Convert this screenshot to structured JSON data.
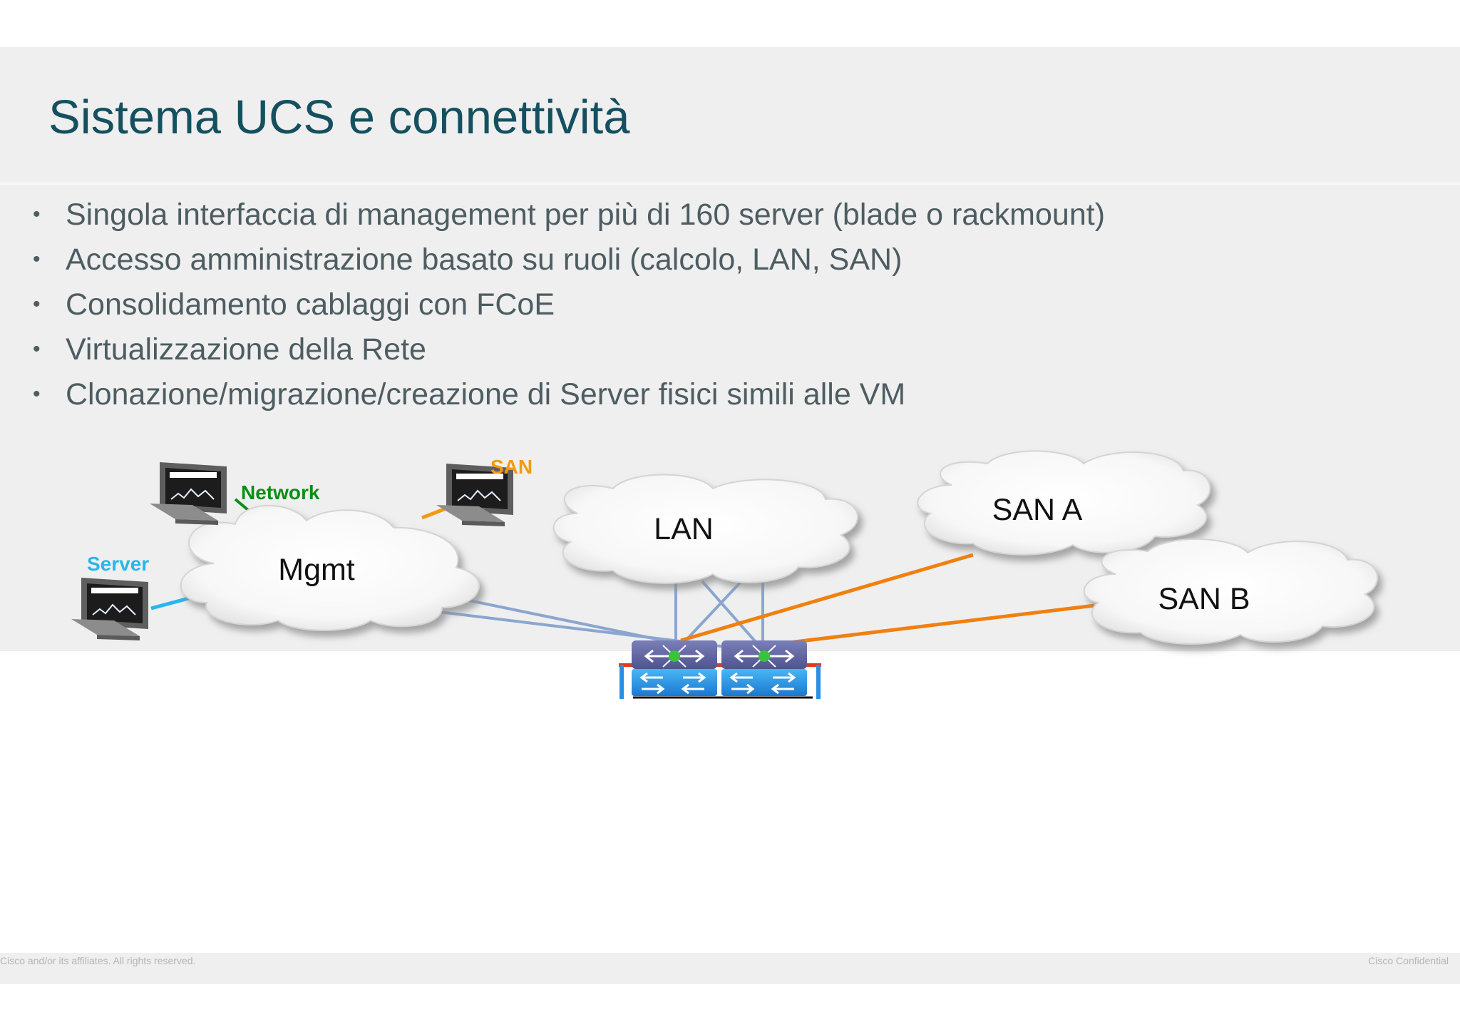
{
  "slide": {
    "title": "Sistema UCS e connettività",
    "bullets": [
      "Singola interfaccia di management  per più di 160 server (blade o rackmount)",
      "Accesso amministrazione basato su ruoli (calcolo, LAN, SAN)",
      "Consolidamento cablaggi con FCoE",
      "Virtualizzazione della Rete",
      "Clonazione/migrazione/creazione di Server fisici simili alle VM"
    ],
    "bullet_symbol": "•"
  },
  "diagram": {
    "clouds": {
      "mgmt": "Mgmt",
      "lan": "LAN",
      "san_a": "SAN A",
      "san_b": "SAN B"
    },
    "terminals": {
      "network": "Network",
      "san": "SAN",
      "server": "Server"
    },
    "colors": {
      "network": "#0a8f14",
      "san": "#f39a12",
      "server": "#29b6e8",
      "lan_link": "#8aa6cf",
      "san_link": "#f08010",
      "switch": "#2a8fe0"
    }
  },
  "footer": {
    "left": "Cisco and/or its affiliates. All rights reserved.",
    "right": "Cisco Confidential"
  }
}
